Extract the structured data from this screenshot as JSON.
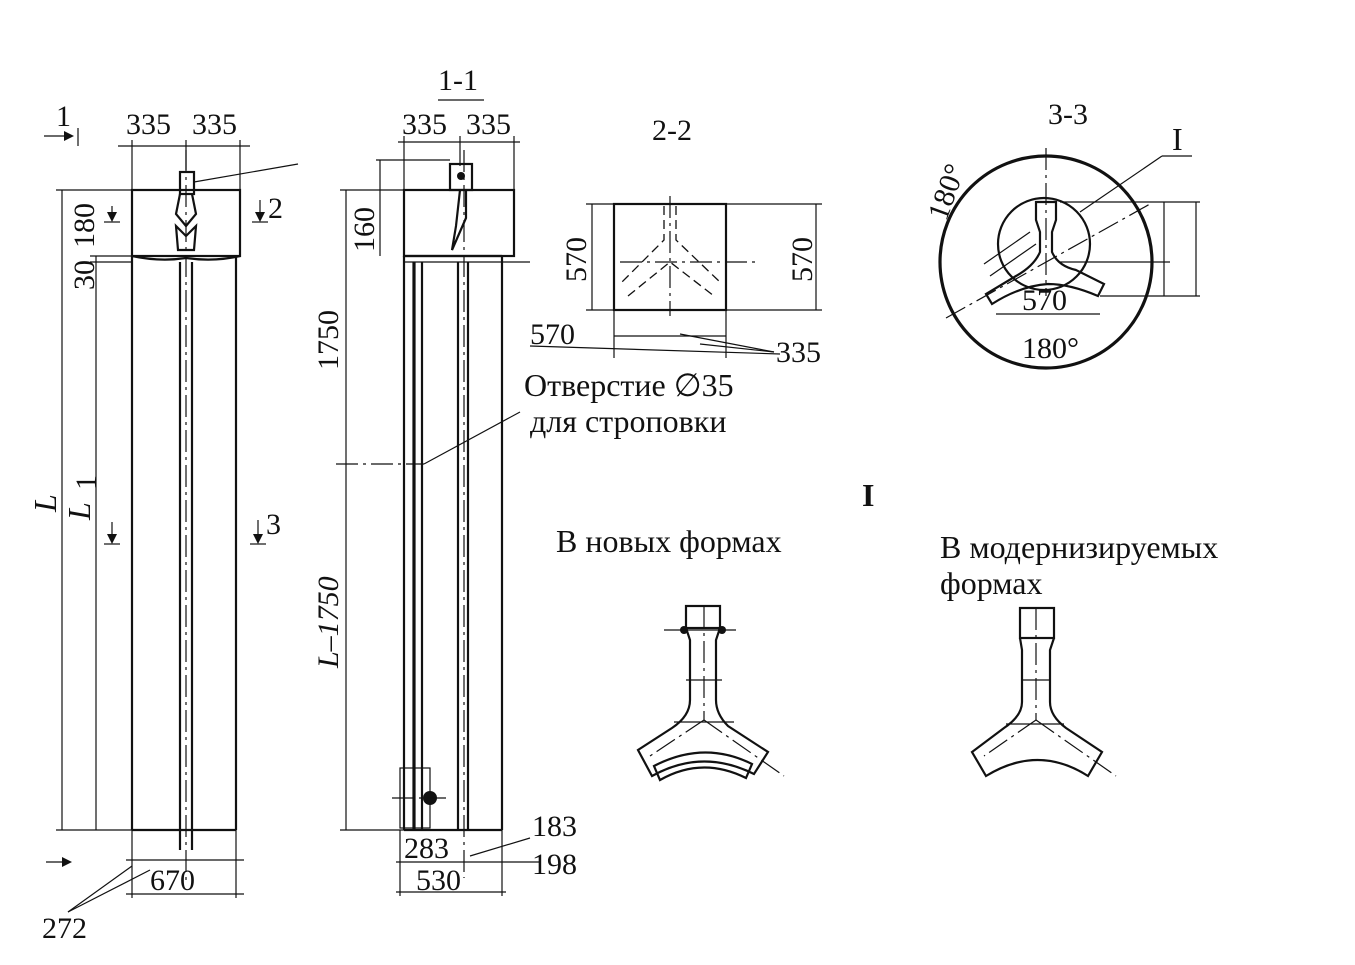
{
  "colors": {
    "ink": "#111111",
    "paper": "#ffffff"
  },
  "front_view": {
    "section_mark_1": "1",
    "top_width_left": "335",
    "top_width_right": "335",
    "section_mark_2": "2",
    "section_mark_3": "3",
    "dim_30": "30",
    "dim_180": "180",
    "length_L": "L",
    "length_L1": "L",
    "length_L1_sub": "1",
    "bottom_width": "670",
    "bottom_chamfer": "272"
  },
  "section_1_1": {
    "title": "1-1",
    "top_width_left": "335",
    "top_width_right": "335",
    "head_height": "160",
    "dim_1750": "1750",
    "dim_L_minus_1750": "L–1750",
    "bottom_283": "283",
    "bottom_183": "183",
    "bottom_198": "198",
    "bottom_530": "530",
    "hole_note_line1": "Отверстие ∅35",
    "hole_note_line2": "для строповки"
  },
  "section_2_2": {
    "title": "2-2",
    "height_left": "570",
    "height_right": "570",
    "width_bottom": "570",
    "width_335": "335"
  },
  "section_3_3": {
    "title": "3-3",
    "detail_ref": "I",
    "angle_top": "180°",
    "angle_bottom": "180°",
    "width_570": "570"
  },
  "detail_I": {
    "title": "I",
    "caption_new": "В новых формах",
    "caption_modern_line1": "В  модернизируемых",
    "caption_modern_line2": "формах"
  }
}
